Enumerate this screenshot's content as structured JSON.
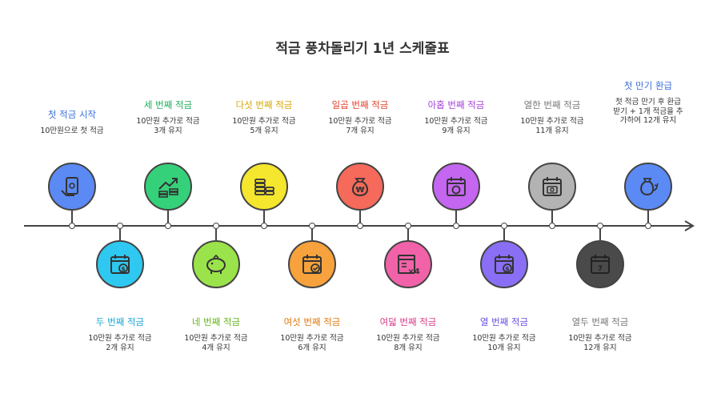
{
  "title": "적금 풍차돌리기 1년 스케줄표",
  "steps": [
    {
      "head": "첫 적금 시작",
      "desc": "10만원으로 첫 적금",
      "color": "#5b8af5",
      "headColor": "#3b6fd8",
      "icon": "money-hand-icon"
    },
    {
      "head": "두 번째 적금",
      "desc": "10만원 추가로 적금\n2개 유지",
      "color": "#2ec8f0",
      "headColor": "#1aa6d6",
      "icon": "calendar-dollar-icon"
    },
    {
      "head": "세 번째 적금",
      "desc": "10만원 추가로 적금\n3개 유지",
      "color": "#35d17a",
      "headColor": "#1fae5a",
      "icon": "growth-coins-icon"
    },
    {
      "head": "네 번째 적금",
      "desc": "10만원 추가로 적금\n4개 유지",
      "color": "#9be34a",
      "headColor": "#66b51c",
      "icon": "piggy-bank-icon"
    },
    {
      "head": "다섯 번째 적금",
      "desc": "10만원 추가로 적금\n5개 유지",
      "color": "#f5e62e",
      "headColor": "#d4a800",
      "icon": "coin-stack-icon"
    },
    {
      "head": "여섯 번째 적금",
      "desc": "10만원 추가로 적금\n6개 유지",
      "color": "#f7a23c",
      "headColor": "#e07a10",
      "icon": "calendar-check-icon"
    },
    {
      "head": "일곱 번째 적금",
      "desc": "10만원 추가로 적금\n7개 유지",
      "color": "#f56a5b",
      "headColor": "#e0412f",
      "icon": "won-bag-icon"
    },
    {
      "head": "여덟 번째 적금",
      "desc": "10만원 추가로 적금\n8개 유지",
      "color": "#f262a8",
      "headColor": "#d93a88",
      "icon": "calendar-x4-icon"
    },
    {
      "head": "아홉 번째 적금",
      "desc": "10만원 추가로 적금\n9개 유지",
      "color": "#c466ef",
      "headColor": "#a03fd6",
      "icon": "calendar-coin-icon"
    },
    {
      "head": "열 번째 적금",
      "desc": "10만원 추가로 적금\n10개 유지",
      "color": "#8a6ef5",
      "headColor": "#6a4de0",
      "icon": "calendar-dollar-icon"
    },
    {
      "head": "열한 번째 적금",
      "desc": "10만원 추가로 적금\n11개 유지",
      "color": "#b3b3b3",
      "headColor": "#777777",
      "icon": "calendar-money-icon"
    },
    {
      "head": "열두 번째 적금",
      "desc": "10만원 추가로 적금\n12개 유지",
      "color": "#4a4a4a",
      "headColor": "#777777",
      "icon": "calendar-seven-icon"
    },
    {
      "head": "첫 만기 환급",
      "desc": "첫 적금 만기 후 환급\n받기 + 1개 적금을 추\n가하여 12개 유지",
      "color": "#5b8af5",
      "headColor": "#3b6fd8",
      "icon": "money-bag-arrow-icon"
    }
  ]
}
